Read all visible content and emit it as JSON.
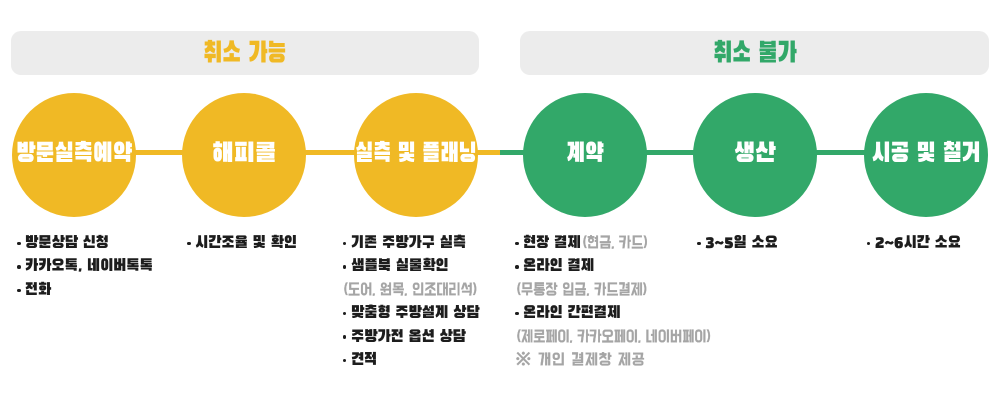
{
  "colors": {
    "yellow": "#F0B925",
    "green": "#32A869",
    "bar_bg": "#ECECEC",
    "text_dark": "#1D1D1D",
    "text_gray": "#A5A5A5",
    "circle_text": "#FFFFFF"
  },
  "groups": [
    {
      "id": "cancel-possible",
      "label": "취소 가능",
      "color_key": "yellow"
    },
    {
      "id": "cancel-impossible",
      "label": "취소 불가",
      "color_key": "green"
    }
  ],
  "steps": [
    {
      "id": "visit-reservation",
      "label": "방문실측예약",
      "group": "yellow",
      "notes": [
        {
          "type": "bullet",
          "text": "방문상담 신청"
        },
        {
          "type": "bullet",
          "text": "카카오톡, 네이버톡톡"
        },
        {
          "type": "bullet",
          "text": "전화"
        }
      ]
    },
    {
      "id": "happy-call",
      "label": "해피콜",
      "group": "yellow",
      "notes": [
        {
          "type": "bullet",
          "text": "시간조율 및 확인"
        }
      ]
    },
    {
      "id": "measure-planning",
      "label": "실측 및 플래닝",
      "group": "yellow",
      "notes": [
        {
          "type": "bullet",
          "text": "기존 주방가구 실측"
        },
        {
          "type": "bullet",
          "text": "샘플북 실물확인"
        },
        {
          "type": "sub",
          "text": "(도어, 원목, 인조대리석)"
        },
        {
          "type": "bullet",
          "text": "맞춤형 주방설계 상담"
        },
        {
          "type": "bullet",
          "text": "주방가전 옵션 상담"
        },
        {
          "type": "bullet",
          "text": "견적"
        }
      ]
    },
    {
      "id": "contract",
      "label": "계약",
      "group": "green",
      "notes": [
        {
          "type": "bullet",
          "text": "현장 결제",
          "suffix": "(현금, 카드)"
        },
        {
          "type": "bullet",
          "text": "온라인 결제"
        },
        {
          "type": "sub",
          "text": "(무통장 입금, 카드결제)"
        },
        {
          "type": "bullet",
          "text": "온라인 간편결제"
        },
        {
          "type": "sub",
          "text": "(제로페이, 카카오페이, 네이버페이)"
        },
        {
          "type": "ref",
          "text": "※ 개인 결제창 제공"
        }
      ]
    },
    {
      "id": "production",
      "label": "생산",
      "group": "green",
      "notes": [
        {
          "type": "bullet",
          "text": "3~5일 소요"
        }
      ]
    },
    {
      "id": "construction",
      "label": "시공 및 철거",
      "group": "green",
      "notes": [
        {
          "type": "bullet",
          "text": "2~6시간 소요"
        }
      ]
    }
  ]
}
